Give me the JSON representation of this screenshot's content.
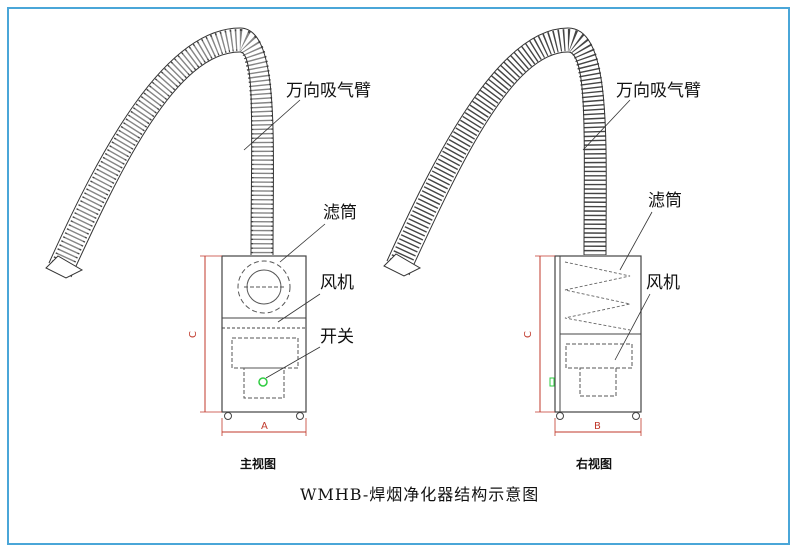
{
  "labels": {
    "front": {
      "arm": "万向吸气臂",
      "filter": "滤筒",
      "fan": "风机",
      "switch": "开关",
      "dim_width": "A",
      "dim_height": "C",
      "caption": "主视图"
    },
    "side": {
      "arm": "万向吸气臂",
      "filter": "滤筒",
      "fan": "风机",
      "dim_width": "B",
      "dim_height": "C",
      "caption": "右视图"
    }
  },
  "title": "WMHB-焊烟净化器结构示意图",
  "colors": {
    "frame": "#4aa6d8",
    "dimension": "#c0392b",
    "switch": "#2ecc40",
    "lines": "#555555"
  }
}
